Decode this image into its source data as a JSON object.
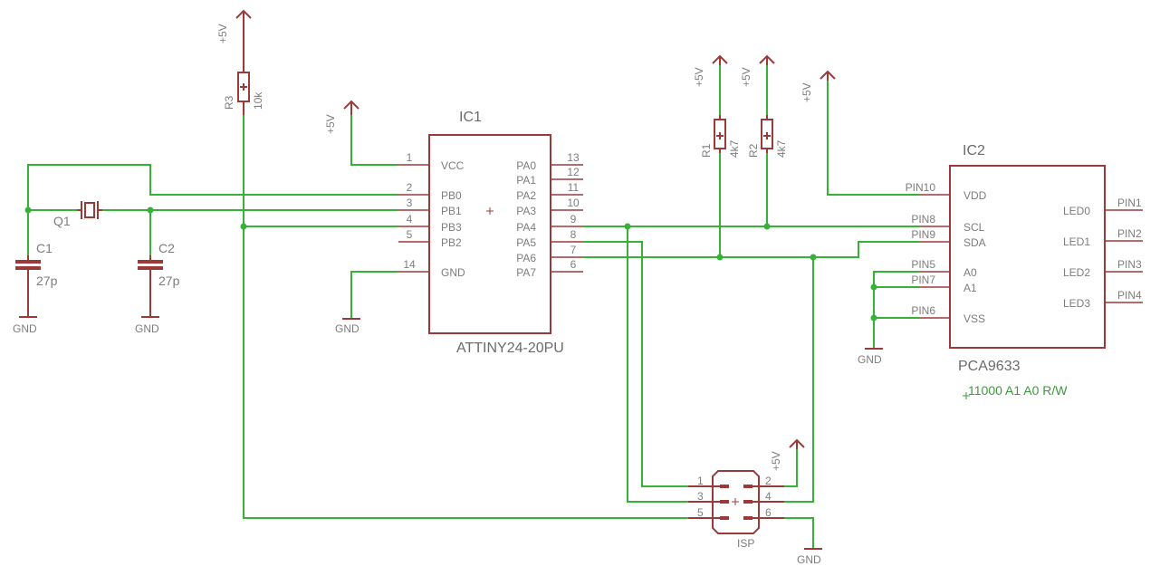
{
  "ic1": {
    "name": "IC1",
    "value": "ATTINY24-20PU",
    "left_pins": [
      {
        "num": "1",
        "label": "VCC"
      },
      {
        "num": "2",
        "label": "PB0"
      },
      {
        "num": "3",
        "label": "PB1"
      },
      {
        "num": "4",
        "label": "PB3"
      },
      {
        "num": "5",
        "label": "PB2"
      },
      {
        "num": "14",
        "label": "GND"
      }
    ],
    "right_pins": [
      {
        "num": "13",
        "label": "PA0"
      },
      {
        "num": "12",
        "label": "PA1"
      },
      {
        "num": "11",
        "label": "PA2"
      },
      {
        "num": "10",
        "label": "PA3"
      },
      {
        "num": "9",
        "label": "PA4"
      },
      {
        "num": "8",
        "label": "PA5"
      },
      {
        "num": "7",
        "label": "PA6"
      },
      {
        "num": "6",
        "label": "PA7"
      }
    ]
  },
  "ic2": {
    "name": "IC2",
    "value": "PCA9633",
    "left_pins": [
      {
        "num": "PIN10",
        "label": "VDD"
      },
      {
        "num": "PIN8",
        "label": "SCL"
      },
      {
        "num": "PIN9",
        "label": "SDA"
      },
      {
        "num": "PIN5",
        "label": "A0"
      },
      {
        "num": "PIN7",
        "label": "A1"
      },
      {
        "num": "PIN6",
        "label": "VSS"
      }
    ],
    "right_pins": [
      {
        "num": "PIN1",
        "label": "LED0"
      },
      {
        "num": "PIN2",
        "label": "LED1"
      },
      {
        "num": "PIN3",
        "label": "LED2"
      },
      {
        "num": "PIN4",
        "label": "LED3"
      }
    ],
    "address_note": "11000 A1 A0 R/W"
  },
  "resistors": [
    {
      "name": "R3",
      "value": "10k"
    },
    {
      "name": "R1",
      "value": "4k7"
    },
    {
      "name": "R2",
      "value": "4k7"
    }
  ],
  "capacitors": [
    {
      "name": "C1",
      "value": "27p"
    },
    {
      "name": "C2",
      "value": "27p"
    }
  ],
  "crystal": {
    "name": "Q1"
  },
  "isp": {
    "name": "ISP",
    "pins": [
      "1",
      "2",
      "3",
      "4",
      "5",
      "6"
    ]
  },
  "supply": {
    "vcc": "+5V",
    "gnd": "GND"
  }
}
